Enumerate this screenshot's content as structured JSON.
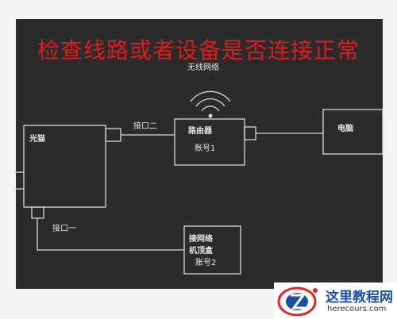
{
  "headline": "检查线路或者设备是否连接正常",
  "labels": {
    "wifi": "无线网络",
    "port_two": "接口二",
    "router": "路由器",
    "router_account": "账号1",
    "computer": "电脑",
    "modem": "光猫",
    "port_one": "接口一",
    "stb_line1": "接网络",
    "stb_line2": "机顶盒",
    "stb_account": "账号2"
  },
  "watermark": {
    "title": "这里教程网",
    "url": "herecours.com"
  },
  "colors": {
    "canvas_bg": "#2b2b2b",
    "line": "#d8d8d8",
    "headline": "#d91d1d",
    "watermark_blue": "#1e4fa8",
    "watermark_red": "#e0262b"
  }
}
